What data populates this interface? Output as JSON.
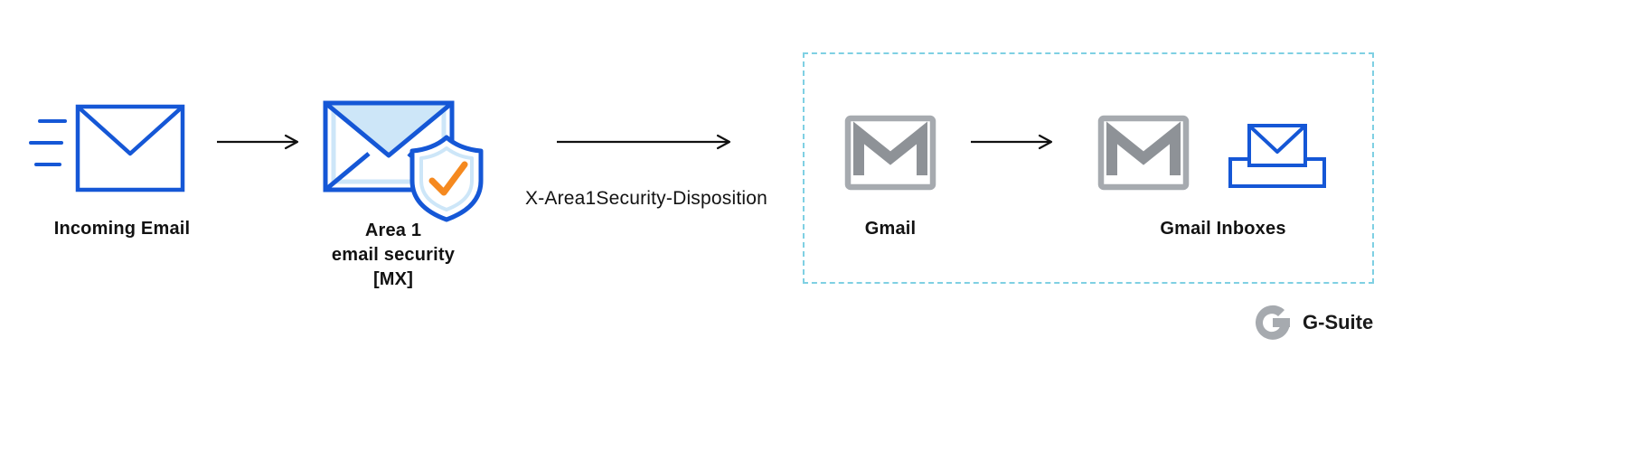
{
  "colors": {
    "blue": "#1557D6",
    "light-blue": "#CDE6F8",
    "orange": "#F5891F",
    "gray": "#8E9297",
    "gray-light": "#A6AAAF",
    "dashed": "#7FD0E3",
    "arrow": "#111111",
    "text": "#121212"
  },
  "nodes": {
    "incoming_email": {
      "label": "Incoming Email"
    },
    "area1": {
      "line1": "Area 1",
      "line2": "email security",
      "line3": "[MX]"
    },
    "gmail": {
      "label": "Gmail"
    },
    "gmail_inboxes": {
      "label": "Gmail Inboxes"
    }
  },
  "edges": {
    "disposition_label": "X-Area1Security-Disposition"
  },
  "footer": {
    "g_glyph": "G",
    "gsuite_label": "G-Suite"
  },
  "icons": {
    "incoming_email": "envelope-with-speed-lines-icon",
    "area1": "envelope-with-shield-check-icon",
    "gmail": "gmail-envelope-icon",
    "inbox": "envelope-in-tray-icon",
    "gsuite": "g-logo-icon"
  }
}
